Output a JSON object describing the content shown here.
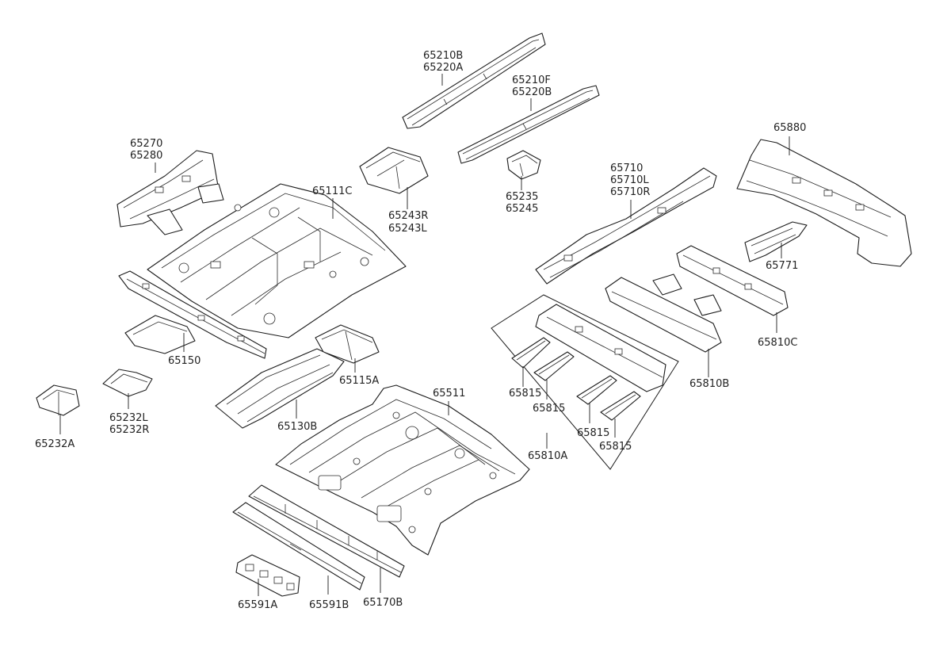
{
  "diagram": {
    "labels": {
      "p65210B": "65210B",
      "p65220A": "65220A",
      "p65210F": "65210F",
      "p65220B": "65220B",
      "p65270": "65270",
      "p65280": "65280",
      "p65111C": "65111C",
      "p65243R": "65243R",
      "p65243L": "65243L",
      "p65235": "65235",
      "p65245": "65245",
      "p65880": "65880",
      "p65710": "65710",
      "p65710L": "65710L",
      "p65710R": "65710R",
      "p65771": "65771",
      "p65150": "65150",
      "p65115A": "65115A",
      "p65232L": "65232L",
      "p65232R": "65232R",
      "p65232A": "65232A",
      "p65130B": "65130B",
      "p65511": "65511",
      "p65815a": "65815",
      "p65815b": "65815",
      "p65815c": "65815",
      "p65815d": "65815",
      "p65810A": "65810A",
      "p65810B": "65810B",
      "p65810C": "65810C",
      "p65591A": "65591A",
      "p65591B": "65591B",
      "p65170B": "65170B"
    }
  }
}
